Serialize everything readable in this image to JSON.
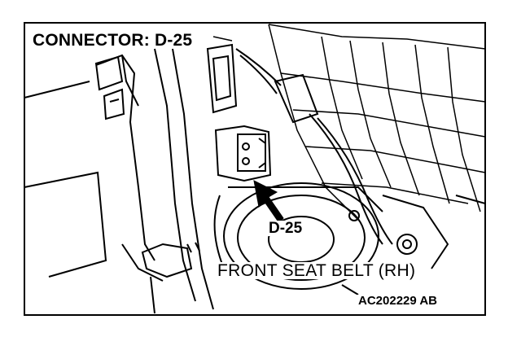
{
  "diagram": {
    "title": "CONNECTOR: D-25",
    "connector_label": "D-25",
    "component_label": "FRONT SEAT BELT (RH)",
    "figure_code": "AC202229 AB",
    "colors": {
      "ink": "#000000",
      "background": "#ffffff"
    },
    "icons": [
      "pointer-arrow-icon"
    ]
  }
}
